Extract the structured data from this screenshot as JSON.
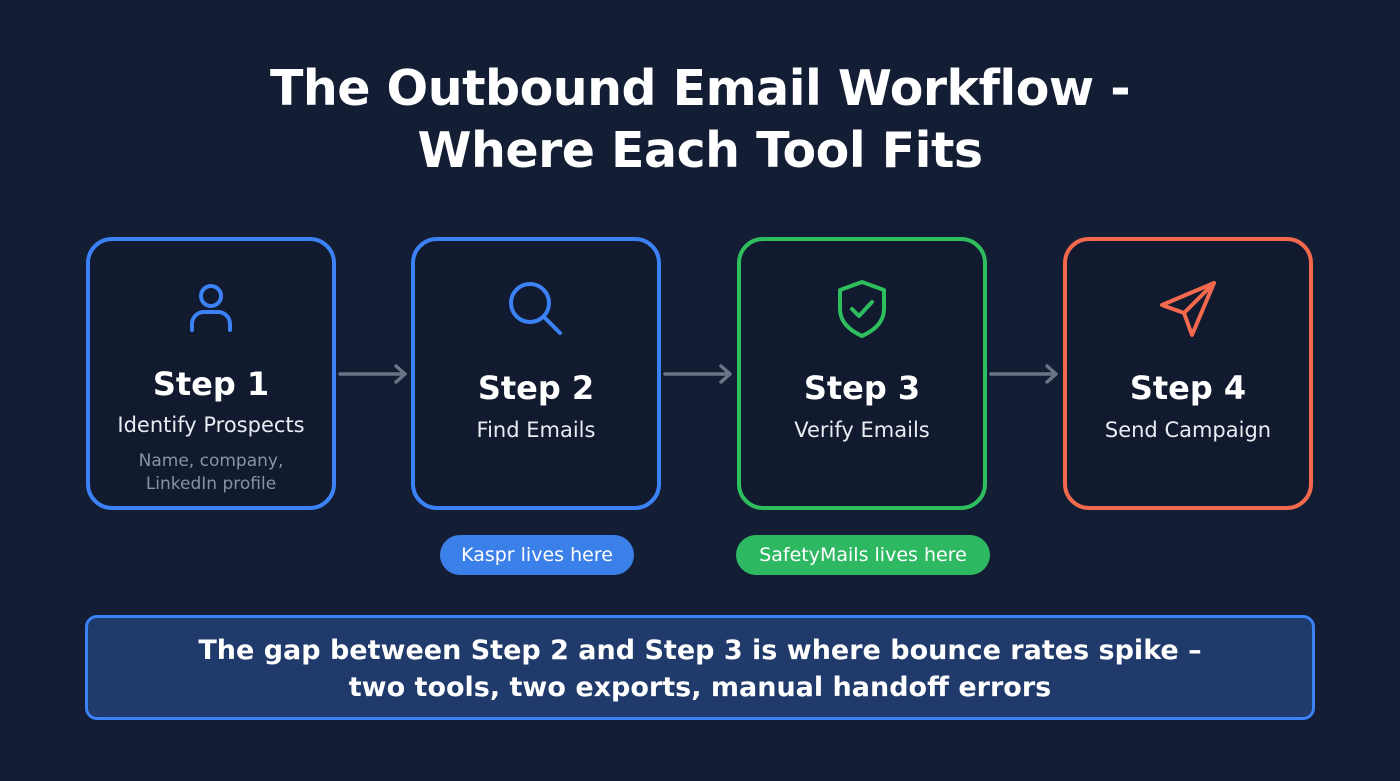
{
  "title": {
    "line1": "The Outbound Email Workflow -",
    "line2": "Where Each Tool Fits"
  },
  "colors": {
    "background": "#131d34",
    "blue": "#3b82f6",
    "green": "#2fbe5e",
    "coral": "#f2694e",
    "callout_fill": "#1f3a6b"
  },
  "steps": [
    {
      "icon": "user-icon",
      "label": "Step 1",
      "description": "Identify Prospects",
      "sub_line1": "Name, company,",
      "sub_line2": "LinkedIn profile",
      "color": "#3b82f6"
    },
    {
      "icon": "search-icon",
      "label": "Step 2",
      "description": "Find Emails",
      "color": "#3b82f6"
    },
    {
      "icon": "shield-check-icon",
      "label": "Step 3",
      "description": "Verify Emails",
      "color": "#2fbe5e"
    },
    {
      "icon": "send-icon",
      "label": "Step 4",
      "description": "Send Campaign",
      "color": "#f2694e"
    }
  ],
  "badges": [
    {
      "label": "Kaspr lives here",
      "under_step": 2,
      "color": "#3b7fe8"
    },
    {
      "label": "SafetyMails lives here",
      "under_step": 3,
      "color": "#2fb862"
    }
  ],
  "callout": {
    "line1": "The gap between Step 2 and Step 3 is where bounce rates spike –",
    "line2": "two tools, two exports, manual handoff errors"
  }
}
